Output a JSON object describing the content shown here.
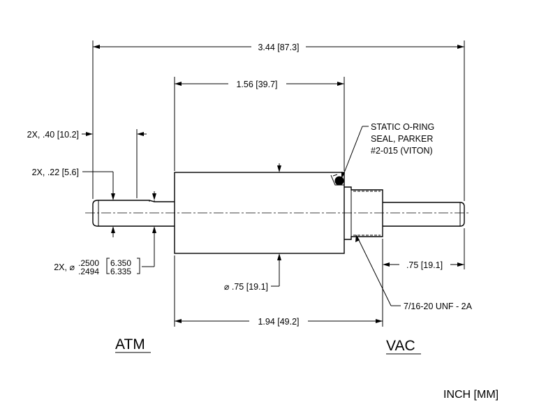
{
  "dimensions": {
    "overall_length": "3.44 [87.3]",
    "body_length": "1.56 [39.7]",
    "flange_to_end": "1.94 [49.2]",
    "shaft_flat_length": "2X, .40 [10.2]",
    "shaft_step_length": "2X, .22 [5.6]",
    "shaft_dia_prefix": "2X, ⌀",
    "shaft_dia_in_max": ".2500",
    "shaft_dia_in_min": ".2494",
    "shaft_dia_mm_max": "6.350",
    "shaft_dia_mm_min": "6.335",
    "body_dia": "⌀ .75 [19.1]",
    "vac_shaft_length": ".75 [19.1]",
    "thread_spec": "7/16-20 UNF - 2A"
  },
  "callouts": {
    "oring_line1": "STATIC O-RING",
    "oring_line2": "SEAL, PARKER",
    "oring_line3": "#2-015 (VITON)"
  },
  "labels": {
    "atm": "ATM",
    "vac": "VAC",
    "units": "INCH [MM]"
  }
}
